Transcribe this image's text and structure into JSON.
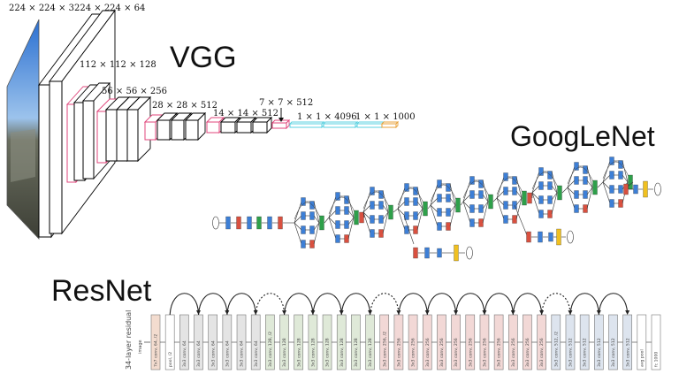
{
  "titles": {
    "vgg": "VGG",
    "googlenet": "GoogLeNet",
    "resnet": "ResNet"
  },
  "vgg": {
    "dims": [
      "224 × 224 × 3",
      "224 × 224 × 64",
      "112 × 112 × 128",
      "56 × 56 × 256",
      "28 × 28 × 512",
      "14 × 14 × 512",
      "7 × 7 × 512",
      "1 × 1 × 4096",
      "1 × 1 × 1000"
    ],
    "colors": {
      "conv": "#000000",
      "pool": "#e0457b",
      "fc": "#5ad1e0",
      "softmax": "#e8a23a"
    }
  },
  "googlenet": {
    "colors": {
      "conv": "#3d7fd6",
      "pool": "#d9503f",
      "concat": "#2ea04a",
      "softmax": "#f0c020"
    }
  },
  "resnet": {
    "side_label": "34-layer residual",
    "input_label": "image",
    "layers": [
      "7x7 conv, 64, /2",
      "pool, /2",
      "3x3 conv, 64",
      "3x3 conv, 64",
      "3x3 conv, 64",
      "3x3 conv, 64",
      "3x3 conv, 64",
      "3x3 conv, 64",
      "3x3 conv, 128, /2",
      "3x3 conv, 128",
      "3x3 conv, 128",
      "3x3 conv, 128",
      "3x3 conv, 128",
      "3x3 conv, 128",
      "3x3 conv, 128",
      "3x3 conv, 128",
      "3x3 conv, 256, /2",
      "3x3 conv, 256",
      "3x3 conv, 256",
      "3x3 conv, 256",
      "3x3 conv, 256",
      "3x3 conv, 256",
      "3x3 conv, 256",
      "3x3 conv, 256",
      "3x3 conv, 256",
      "3x3 conv, 256",
      "3x3 conv, 256",
      "3x3 conv, 256",
      "3x3 conv, 512, /2",
      "3x3 conv, 512",
      "3x3 conv, 512",
      "3x3 conv, 512",
      "3x3 conv, 512",
      "3x3 conv, 512",
      "avg pool",
      "fc 1000"
    ],
    "colors": {
      "stem": "#f3dccf",
      "c64": "#e4e4e4",
      "c128": "#dfe9d8",
      "c256": "#f2d8d6",
      "c512": "#dde4ee",
      "end": "#ffffff"
    }
  }
}
